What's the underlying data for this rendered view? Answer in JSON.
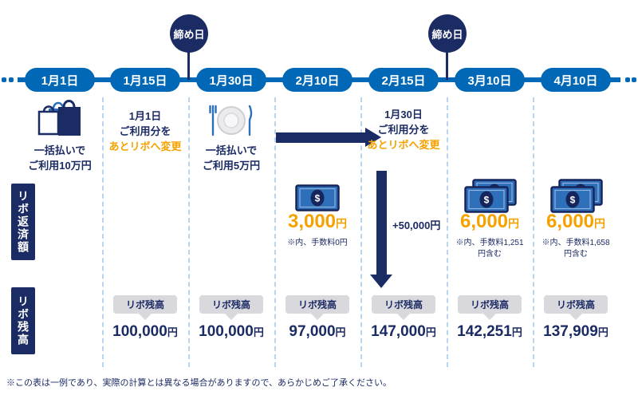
{
  "colors": {
    "navy": "#1b2b63",
    "timeline_blue": "#0068b7",
    "accent_orange": "#f5a200",
    "badge_grey": "#d9d9dd"
  },
  "timeline": {
    "closing_label": "締め日",
    "dates": [
      {
        "label": "1月1日"
      },
      {
        "label": "1月15日"
      },
      {
        "label": "1月30日"
      },
      {
        "label": "2月10日"
      },
      {
        "label": "2月15日"
      },
      {
        "label": "3月10日"
      },
      {
        "label": "4月10日"
      }
    ]
  },
  "events": {
    "purchase_1": {
      "line1": "一括払いで",
      "line2": "ご利用10万円"
    },
    "revo_change_1": {
      "line1": "1月1日",
      "line2": "ご利用分を",
      "line3": "あとリボへ変更"
    },
    "purchase_2": {
      "line1": "一括払いで",
      "line2": "ご利用5万円"
    },
    "revo_change_2": {
      "line1": "1月30日",
      "line2": "ご利用分を",
      "line3": "あとリボへ変更"
    },
    "added_balance": "+50,000円"
  },
  "row_labels": {
    "repayment": "リボ返済額",
    "balance": "リボ残高"
  },
  "repayments": [
    {
      "amount": "3,000",
      "unit": "円",
      "note": "※内、手数料0円"
    },
    {
      "amount": "6,000",
      "unit": "円",
      "note": "※内、手数料1,251円含む"
    },
    {
      "amount": "6,000",
      "unit": "円",
      "note": "※内、手数料1,658円含む"
    }
  ],
  "balances": [
    {
      "badge": "リボ残高",
      "amount": "100,000",
      "unit": "円"
    },
    {
      "badge": "リボ残高",
      "amount": "100,000",
      "unit": "円"
    },
    {
      "badge": "リボ残高",
      "amount": "97,000",
      "unit": "円"
    },
    {
      "badge": "リボ残高",
      "amount": "147,000",
      "unit": "円"
    },
    {
      "badge": "リボ残高",
      "amount": "142,251",
      "unit": "円"
    },
    {
      "badge": "リボ残高",
      "amount": "137,909",
      "unit": "円"
    }
  ],
  "footnote": "※この表は一例であり、実際の計算とは異なる場合がありますので、あらかじめご了承ください。"
}
